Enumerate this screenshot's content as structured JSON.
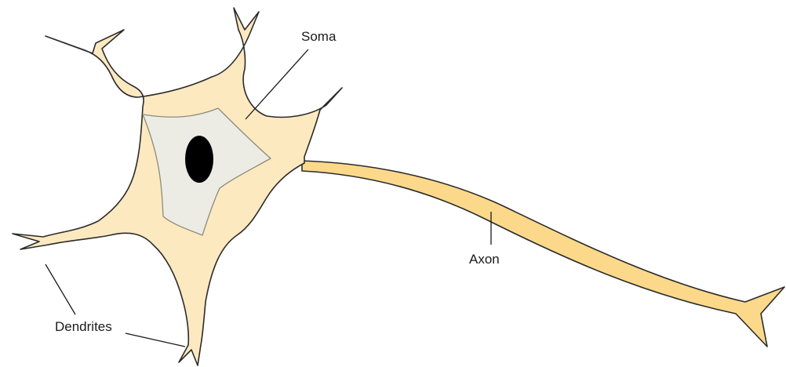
{
  "diagram": {
    "labels": {
      "soma": "Soma",
      "axon": "Axon",
      "dendrites": "Dendrites"
    },
    "colors": {
      "cell_fill": "#fde9c0",
      "axon_fill": "#fcd98a",
      "nucleus_region": "#ecebe4",
      "nucleolus": "#000000",
      "outline": "#2b2b2b",
      "background": "#ffffff"
    }
  }
}
